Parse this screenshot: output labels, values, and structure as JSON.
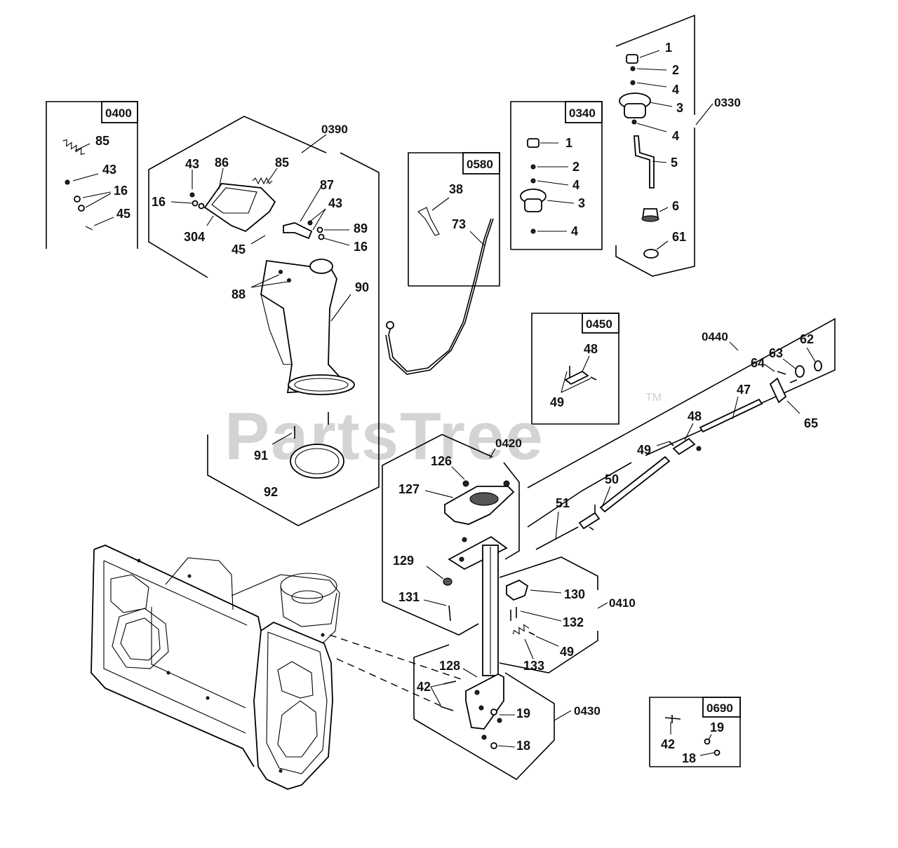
{
  "watermark": {
    "text": "PartsTree",
    "tm": "TM"
  },
  "groups": [
    {
      "id": "g0400",
      "label": "0400",
      "boxed": true
    },
    {
      "id": "g0390",
      "label": "0390"
    },
    {
      "id": "g0580",
      "label": "0580",
      "boxed": true
    },
    {
      "id": "g0340",
      "label": "0340",
      "boxed": true
    },
    {
      "id": "g0330",
      "label": "0330"
    },
    {
      "id": "g0450",
      "label": "0450",
      "boxed": true
    },
    {
      "id": "g0440",
      "label": "0440"
    },
    {
      "id": "g0420",
      "label": "0420"
    },
    {
      "id": "g0410",
      "label": "0410"
    },
    {
      "id": "g0430",
      "label": "0430"
    },
    {
      "id": "g0690",
      "label": "0690",
      "boxed": true
    }
  ],
  "callouts": [
    "85",
    "43",
    "16",
    "45",
    "43",
    "86",
    "85",
    "16",
    "87",
    "43",
    "89",
    "304",
    "45",
    "16",
    "88",
    "90",
    "91",
    "92",
    "38",
    "73",
    "1",
    "2",
    "4",
    "3",
    "4",
    "1",
    "2",
    "4",
    "3",
    "4",
    "5",
    "6",
    "61",
    "48",
    "49",
    "62",
    "63",
    "64",
    "47",
    "65",
    "48",
    "49",
    "50",
    "51",
    "126",
    "127",
    "129",
    "131",
    "130",
    "132",
    "49",
    "133",
    "128",
    "42",
    "19",
    "18",
    "19",
    "42",
    "18"
  ]
}
